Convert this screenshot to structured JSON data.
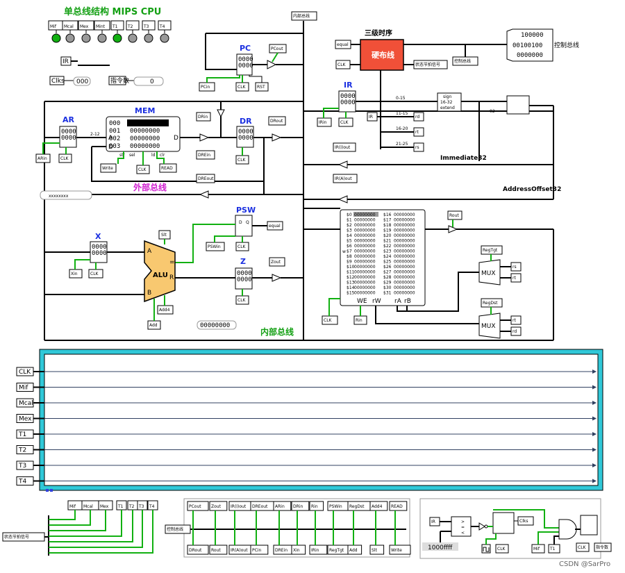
{
  "title": "单总线结构 MIPS CPU",
  "top_signals": [
    "Mif",
    "Mcal",
    "Mex",
    "Mint",
    "T1",
    "T2",
    "T3",
    "T4"
  ],
  "top_leds": [
    "#11b011",
    "#999999",
    "#999999",
    "#999999",
    "#11b011",
    "#999999",
    "#999999",
    "#999999"
  ],
  "ir_label": "IR",
  "clks_label": "Clks",
  "clks_value": "000",
  "instr_count_label": "指令数",
  "instr_count_value": "0",
  "inner_bus_top": "内部总线",
  "pc": {
    "name": "PC",
    "out": "PCout",
    "in": "PCin",
    "clk": "CLK",
    "rst": "RST",
    "reg": [
      "0000",
      "0000"
    ]
  },
  "timing": {
    "title": "三级时序",
    "box": "硬布线",
    "equal": "equal",
    "clk": "CLK",
    "state": "状态节拍信号",
    "ctrl_bus": "控制总线"
  },
  "ctrl_display": {
    "lines": [
      "100000",
      "00100100",
      "0000000"
    ],
    "label": "控制总线"
  },
  "ir": {
    "name": "IR",
    "in": "IRin",
    "clk": "CLK",
    "reg": [
      "0000",
      "0000"
    ],
    "out_i": "IR(I)out",
    "out_a": "IR(A)out",
    "lbl_ir": "IR",
    "rd": "rd",
    "rt": "rt",
    "rs": "rs",
    "b0": "0-15",
    "b1": "11-15",
    "b2": "16-20",
    "b3": "21-25"
  },
  "sign_ext": {
    "l1": "sign",
    "l2": "16-32",
    "l3": "extend"
  },
  "mux_02": "02",
  "immediate": "Immediate32",
  "addr_offset": "AddressOffset32",
  "mem": {
    "title": "MEM",
    "addrs": [
      "000",
      "001",
      "002",
      "003"
    ],
    "values": [
      "00000000",
      "00000000",
      "00000000",
      "00000000"
    ],
    "a": "A",
    "d_in": "D",
    "d_out": "D",
    "str": "str",
    "sel": "sel",
    "ld": "ld",
    "clr": "clr",
    "write": "Write",
    "clk": "CLK",
    "read": "READ"
  },
  "ar": {
    "name": "AR",
    "in": "ARin",
    "clk": "CLK",
    "reg": [
      "0000",
      "0000"
    ],
    "bits": "2-12"
  },
  "dr": {
    "name": "DR",
    "in": "DRin",
    "ein": "DREin",
    "clk": "CLK",
    "out": "DRout",
    "eout": "DREout",
    "reg": [
      "0000",
      "0000"
    ]
  },
  "ext_bus": "外部总线",
  "probe_x": "xxxxxxxx",
  "psw": {
    "name": "PSW",
    "in": "PSWin",
    "clk": "CLK",
    "equal": "equal",
    "d": "D",
    "q": "Q"
  },
  "x": {
    "name": "X",
    "in": "Xin",
    "clk": "CLK",
    "reg": [
      "0000",
      "0000"
    ]
  },
  "alu": {
    "label": "ALU",
    "a": "A",
    "b": "B",
    "eq": "=",
    "r": "R",
    "slt": "Slt",
    "add4": "Add4",
    "add": "Add"
  },
  "z": {
    "name": "Z",
    "out": "Zout",
    "clk": "CLK",
    "reg": [
      "0000",
      "0000"
    ]
  },
  "probe_z": "00000000",
  "inner_bus_bottom": "内部总线",
  "regfile": {
    "left": [
      "$0",
      "$1",
      "$2",
      "$3",
      "$4",
      "$5",
      "$6",
      "$7",
      "$8",
      "$9",
      "$10",
      "$11",
      "$12",
      "$13",
      "$14",
      "$15"
    ],
    "right": [
      "$16",
      "$17",
      "$18",
      "$19",
      "$20",
      "$21",
      "$22",
      "$23",
      "$24",
      "$25",
      "$26",
      "$27",
      "$28",
      "$29",
      "$30",
      "$31"
    ],
    "value": "00000000",
    "we": "WE",
    "rw": "rW",
    "ra": "rA",
    "rb": "rB",
    "clk": "CLK",
    "rin": "Rin",
    "rout": "Rout",
    "w": "w"
  },
  "regtgt": {
    "sel": "RegTgt",
    "in0": "rs",
    "in1": "rt",
    "mux": "MUX"
  },
  "regdst": {
    "sel": "RegDst",
    "in0": "rt",
    "in1": "rd",
    "mux": "MUX"
  },
  "timing_inputs": [
    "CLK",
    "Mif",
    "Mcal",
    "Mex",
    "T1",
    "T2",
    "T3",
    "T4"
  ],
  "bottom_state": {
    "label": "状态节拍信号",
    "outs": [
      "Mif",
      "Mcal",
      "Mex",
      "T1",
      "T2",
      "T3",
      "T4"
    ]
  },
  "bottom_ctrl": {
    "label": "控制总线",
    "top": [
      "PCout",
      "Zout",
      "IR(I)out",
      "DREout",
      "ARin",
      "DRin",
      "Rin",
      "PSWin",
      "RegDst",
      "Add4",
      "READ"
    ],
    "bottom": [
      "DRout",
      "Rout",
      "IR(A)out",
      "PCin",
      "DREin",
      "Xin",
      "IRin",
      "RegTgt",
      "Add",
      "Slt",
      "Write"
    ]
  },
  "bottom_counter": {
    "ir": "IR",
    "const": "1000ffff",
    "clk": "CLK",
    "clks": "Clks",
    "mif": "Mif",
    "t1": "T1",
    "clk2": "CLK",
    "count": "指令数",
    "eq": "=",
    "gt": ">",
    "lt": "<"
  },
  "watermark": "CSDN @SarPro"
}
